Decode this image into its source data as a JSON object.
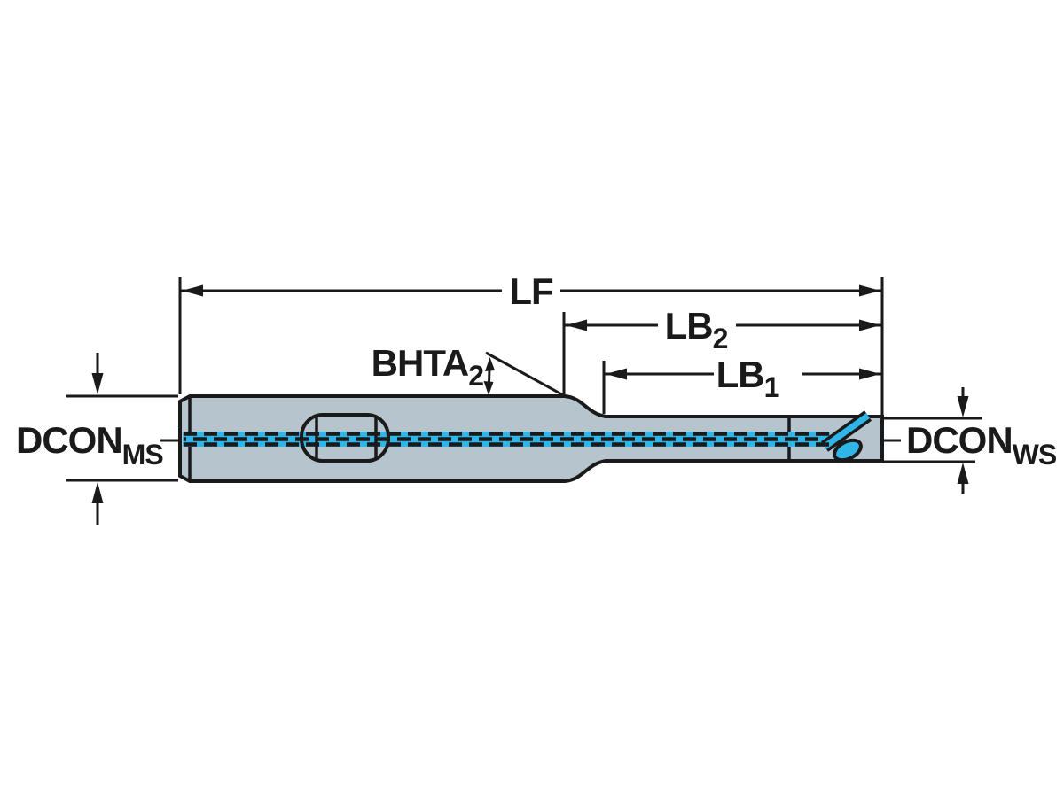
{
  "diagram": {
    "name": "tool-dimension-drawing",
    "colors": {
      "background": "#ffffff",
      "line": "#1a1a1a",
      "body_fill": "#b6c4ce",
      "coolant": "#2fb5e8"
    },
    "labels": {
      "lf": "LF",
      "lb2": {
        "base": "LB",
        "sub": "2"
      },
      "lb1": {
        "base": "LB",
        "sub": "1"
      },
      "bhta2": {
        "base": "BHTA",
        "sub": "2"
      },
      "dcon_ms": {
        "base": "DCON",
        "sub": "MS"
      },
      "dcon_ws": {
        "base": "DCON",
        "sub": "WS"
      }
    }
  }
}
